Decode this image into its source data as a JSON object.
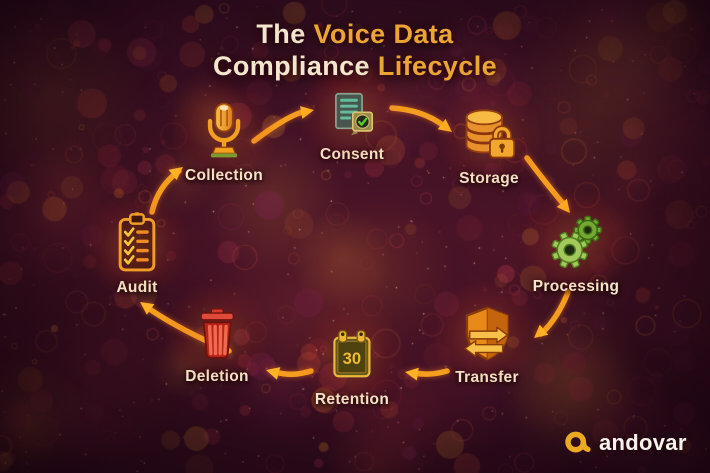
{
  "title": {
    "part1": "The ",
    "part2": "Voice Data",
    "part3": "Compliance ",
    "part4": "Lifecycle"
  },
  "stages": [
    {
      "name": "collection",
      "label": "Collection",
      "icon": "microphone-icon"
    },
    {
      "name": "consent",
      "label": "Consent",
      "icon": "document-check-icon"
    },
    {
      "name": "storage",
      "label": "Storage",
      "icon": "database-lock-icon"
    },
    {
      "name": "processing",
      "label": "Processing",
      "icon": "gears-icon"
    },
    {
      "name": "transfer",
      "label": "Transfer",
      "icon": "shield-arrows-icon"
    },
    {
      "name": "retention",
      "label": "Retention",
      "icon": "calendar-icon",
      "badge": "30"
    },
    {
      "name": "deletion",
      "label": "Deletion",
      "icon": "trash-icon"
    },
    {
      "name": "audit",
      "label": "Audit",
      "icon": "clipboard-checklist-icon"
    }
  ],
  "flow_order": [
    "Collection",
    "Consent",
    "Storage",
    "Processing",
    "Transfer",
    "Retention",
    "Deletion",
    "Audit"
  ],
  "logo": {
    "text": "andovar"
  },
  "colors": {
    "title_cream": "#f3e6cc",
    "title_gold": "#eca433",
    "arrow_orange": "#f59d1f",
    "label_cream": "#f5e8cd",
    "background_base": "#3a0f24",
    "processing_green": "#a3c95c",
    "deletion_red": "#b7241a"
  }
}
